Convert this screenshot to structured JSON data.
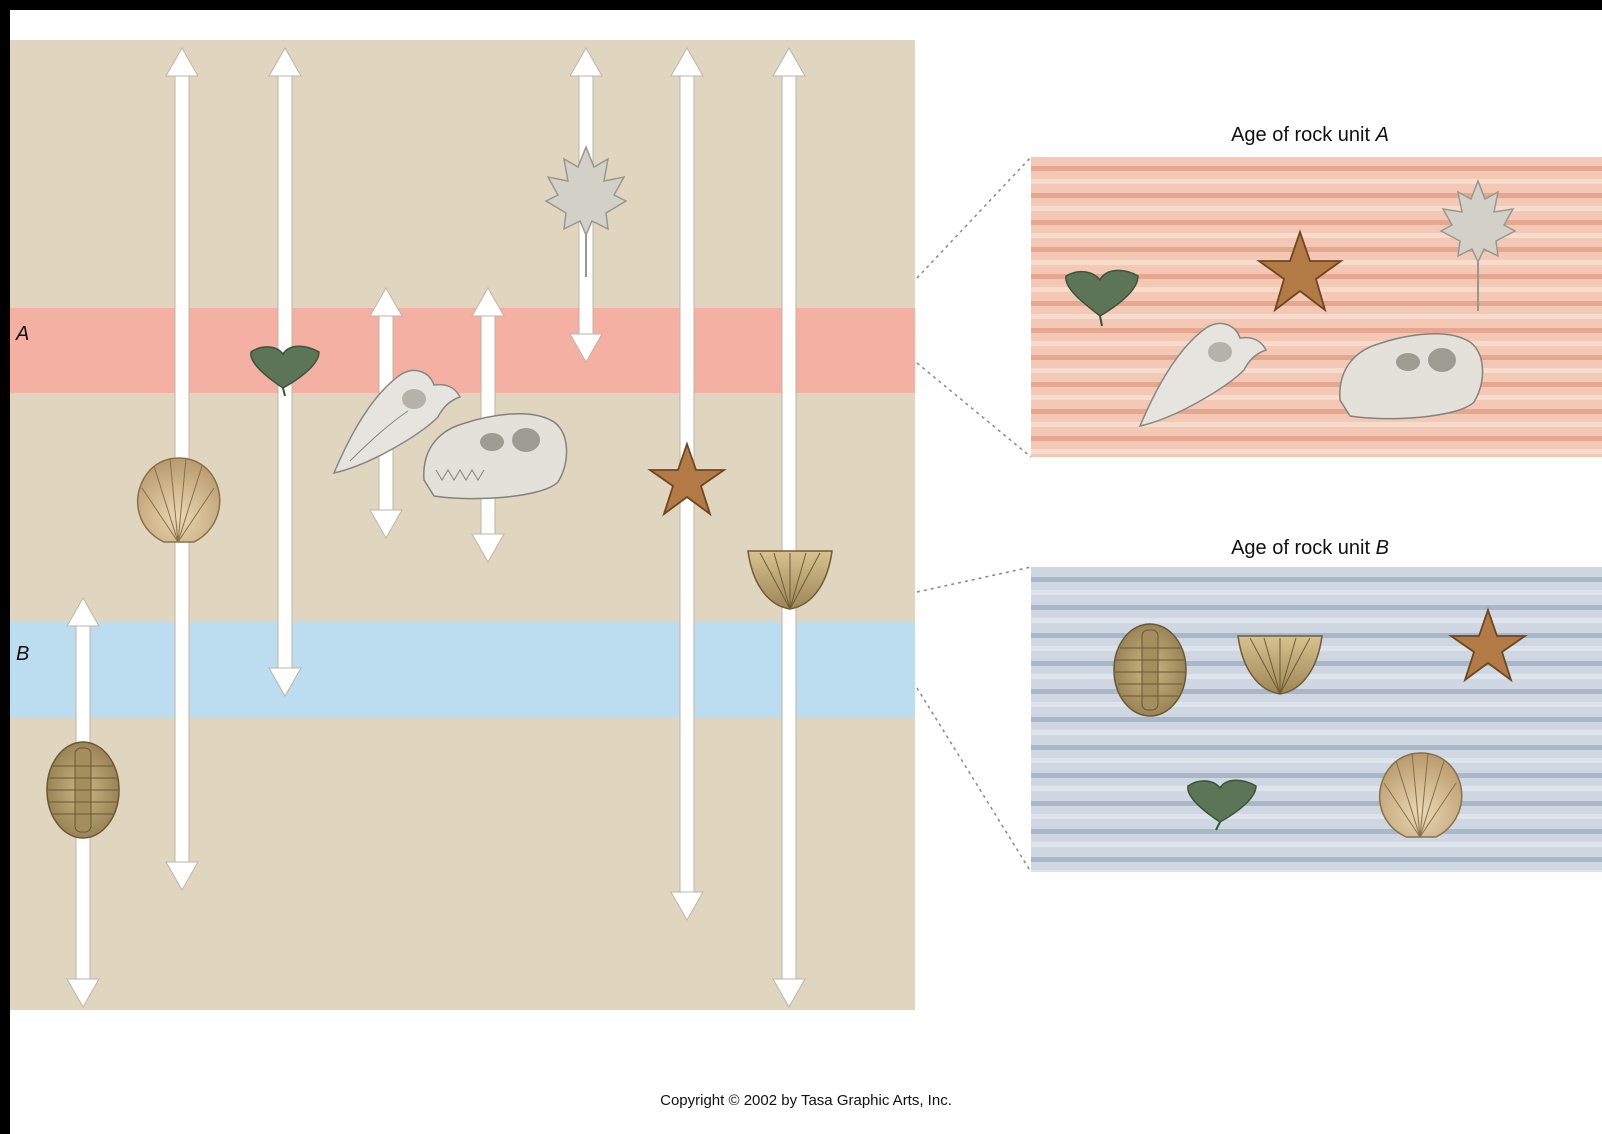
{
  "diagram": {
    "unit_a_label": "A",
    "unit_b_label": "B",
    "panel_a_title_prefix": "Age of rock unit",
    "panel_a_title_unit": "A",
    "panel_b_title_prefix": "Age of rock unit",
    "panel_b_title_unit": "B",
    "copyright": "Copyright © 2002 by Tasa Graphic Arts, Inc."
  },
  "colors": {
    "strata": "#e0d5bf",
    "unit_a": "#f4b0a2",
    "unit_b": "#bcdcf0",
    "panel_a_base": "#f3c9b6",
    "panel_a_stripe": "#e6a68f",
    "panel_b_base": "#cfd8e2",
    "panel_b_stripe": "#a9b8c8",
    "arrow": "#ffffff"
  },
  "fossils": {
    "range_column": [
      "scallop-shell",
      "leaf-ginkgo",
      "bird-skull",
      "dinosaur-skull",
      "maple-leaf",
      "starfish",
      "brachiopod",
      "trilobite"
    ],
    "unit_a_assemblage": [
      "ginkgo",
      "starfish",
      "maple-leaf",
      "bird-skull",
      "dinosaur-skull"
    ],
    "unit_b_assemblage": [
      "trilobite",
      "brachiopod",
      "starfish",
      "ginkgo",
      "scallop-shell"
    ]
  }
}
